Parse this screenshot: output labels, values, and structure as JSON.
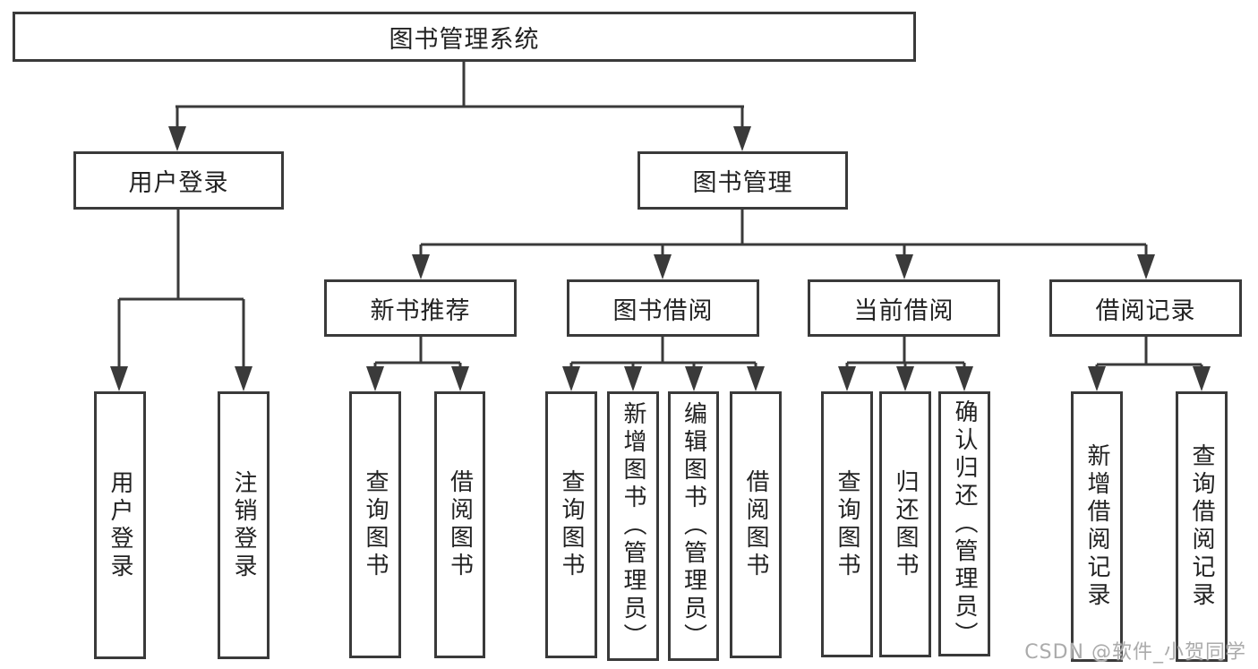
{
  "diagram": {
    "root": {
      "label": "图书管理系统"
    },
    "branches": [
      {
        "label": "用户登录",
        "children": [
          {
            "label": "用户登录"
          },
          {
            "label": "注销登录"
          }
        ]
      },
      {
        "label": "图书管理",
        "children": [
          {
            "label": "新书推荐",
            "children": [
              {
                "label": "查询图书"
              },
              {
                "label": "借阅图书"
              }
            ]
          },
          {
            "label": "图书借阅",
            "children": [
              {
                "label": "查询图书"
              },
              {
                "label": "新增图书（管理员）"
              },
              {
                "label": "编辑图书（管理员）"
              },
              {
                "label": "借阅图书"
              }
            ]
          },
          {
            "label": "当前借阅",
            "children": [
              {
                "label": "查询图书"
              },
              {
                "label": "归还图书"
              },
              {
                "label": "确认归还（管理员）"
              }
            ]
          },
          {
            "label": "借阅记录",
            "children": [
              {
                "label": "新增借阅记录"
              },
              {
                "label": "查询借阅记录"
              }
            ]
          }
        ]
      }
    ]
  },
  "watermark": {
    "text": "CSDN @软件_小贺同学",
    "color": "#ababab"
  },
  "colors": {
    "line": "#3a3a3a",
    "box_border": "#3a3a3a",
    "box_background": "#ffffff",
    "text": "#222222",
    "page_background": "#ffffff"
  }
}
